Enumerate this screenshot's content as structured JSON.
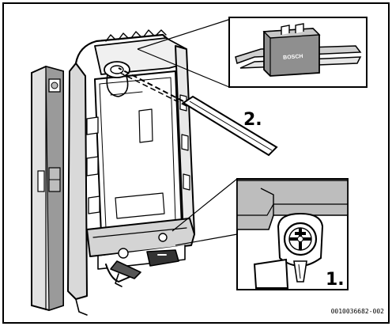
{
  "diagram": {
    "steps": [
      {
        "label": "1."
      },
      {
        "label": "2."
      }
    ],
    "detail_brand_text": "BOSCH",
    "document_id": "0010036682-002"
  }
}
